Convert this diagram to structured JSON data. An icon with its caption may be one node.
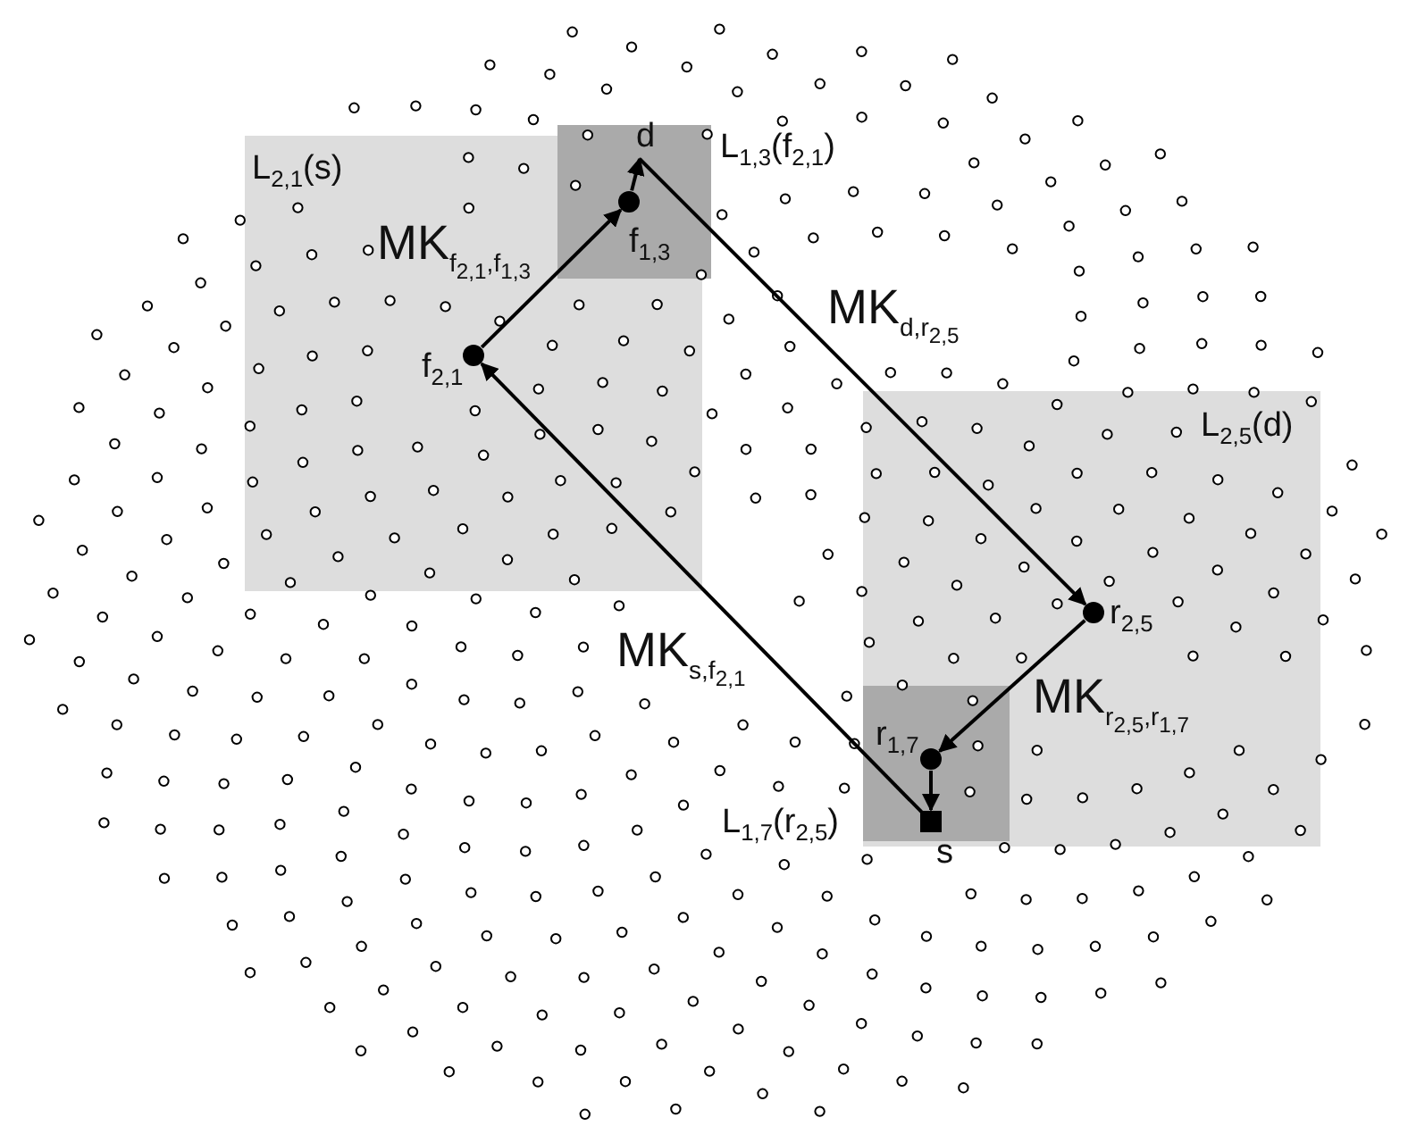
{
  "diagram": {
    "nodes": [
      {
        "text": [
          "L$_{2,1}$(s)"
        ]
      },
      {
        "text": [
          "L$_{1,3}$(f$_{2,1}$)"
        ]
      },
      {
        "text": [
          "L$_{2,5}$(d)"
        ]
      },
      {
        "text": [
          "L$_{1,7}$(r$_{2,5}$)"
        ],
        "in": 2
      },
      {
        "text": [
          "d"
        ]
      },
      {
        "text": [
          "f$_{1,3}$"
        ],
        "in": 1
      },
      {
        "text": [
          "f$_{2,1}$"
        ],
        "in": 0
      },
      {
        "text": [
          "r$_{2,5}$"
        ],
        "in": 2
      },
      {
        "text": [
          "r$_{1,7}$"
        ],
        "in": 3
      },
      {
        "text": [
          "s"
        ],
        "in": 3
      }
    ],
    "edges": [
      {
        "from": 9,
        "to": 6,
        "arrow": "to",
        "label": "MK$_{s,f}$$_{2,1}$"
      },
      {
        "from": 6,
        "to": 5,
        "arrow": "to",
        "label": "MK$_{f}$$_{2,1}$$_{,f}$$_{1,3}$"
      },
      {
        "from": 5,
        "to": 4,
        "arrow": "to"
      },
      {
        "from": 4,
        "to": 7,
        "arrow": "to",
        "label": "MK$_{d,r}$$_{2,5}$"
      },
      {
        "from": 7,
        "to": 8,
        "arrow": "to",
        "label": "MK$_{r}$$_{2,5}$$_{,r}$$_{1,7}$"
      },
      {
        "from": 8,
        "to": 9,
        "arrow": "to"
      }
    ]
  }
}
